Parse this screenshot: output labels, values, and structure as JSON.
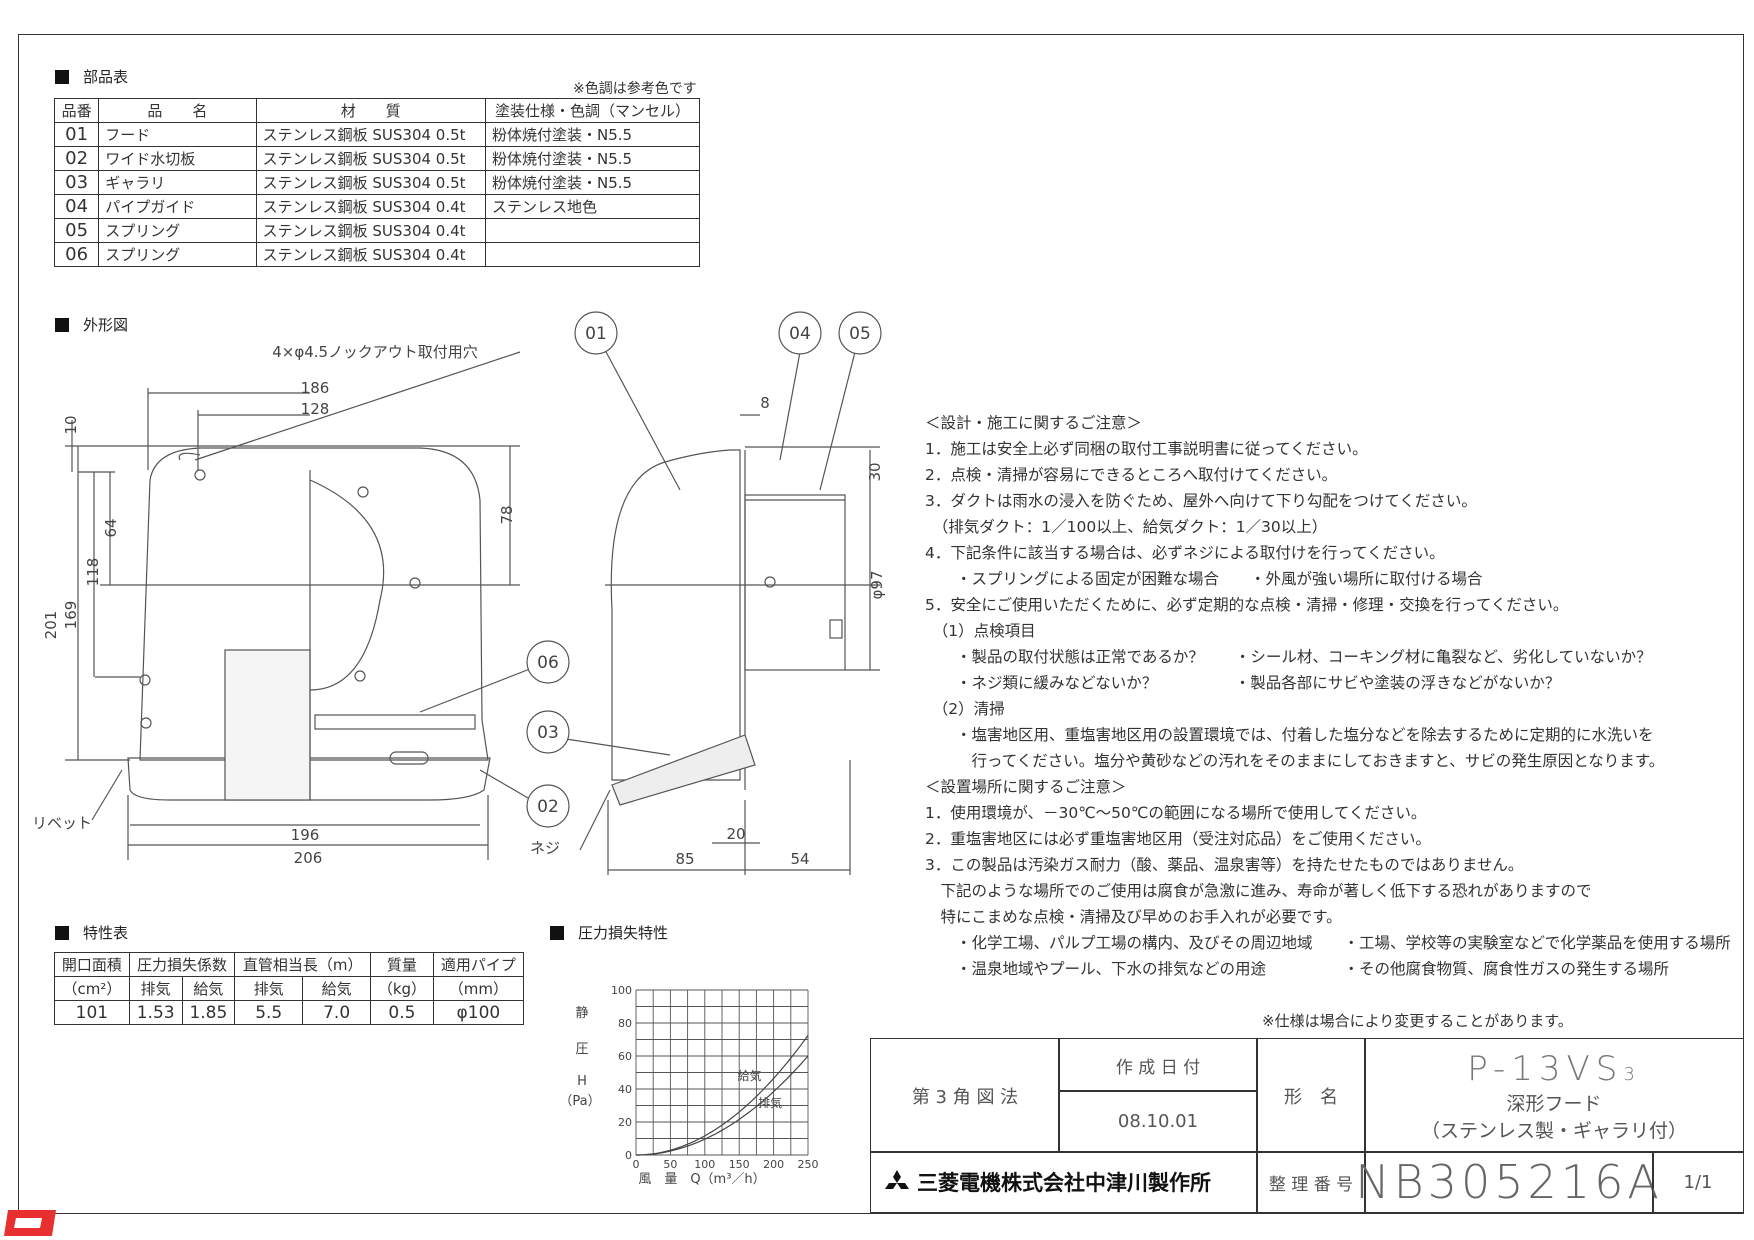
{
  "parts_section": {
    "title": "部品表",
    "color_note": "※色調は参考色です",
    "headers": [
      "品番",
      "品　　名",
      "材　　質",
      "塗装仕様・色調（マンセル）"
    ],
    "rows": [
      [
        "01",
        "フード",
        "ステンレス鋼板 SUS304 0.5t",
        "粉体焼付塗装・N5.5"
      ],
      [
        "02",
        "ワイド水切板",
        "ステンレス鋼板 SUS304 0.5t",
        "粉体焼付塗装・N5.5"
      ],
      [
        "03",
        "ギャラリ",
        "ステンレス鋼板 SUS304 0.5t",
        "粉体焼付塗装・N5.5"
      ],
      [
        "04",
        "パイプガイド",
        "ステンレス鋼板 SUS304 0.4t",
        "ステンレス地色"
      ],
      [
        "05",
        "スプリング",
        "ステンレス鋼板 SUS304 0.4t",
        ""
      ],
      [
        "06",
        "スプリング",
        "ステンレス鋼板 SUS304 0.4t",
        ""
      ]
    ]
  },
  "outline_section": {
    "title": "外形図",
    "knockout_label": "4×φ4.5ノックアウト取付用穴",
    "rivet_label": "リベット",
    "screw_label": "ネジ",
    "part_callouts": [
      "01",
      "04",
      "05",
      "06",
      "03",
      "02"
    ],
    "front_dims": {
      "top_outer": "186",
      "top_inner": "128",
      "left_small": "10",
      "h64": "64",
      "h118": "118",
      "h169": "169",
      "h201": "201",
      "right78": "78",
      "bottom_inner": "196",
      "bottom_outer": "206"
    },
    "side_dims": {
      "top8": "8",
      "right30": "30",
      "diameter": "φ97",
      "bottom20": "20",
      "bottom85": "85",
      "bottom54": "54"
    }
  },
  "spec_section": {
    "title": "特性表",
    "header_row1": [
      "開口面積",
      "圧力損失係数",
      "直管相当長（m）",
      "質量",
      "適用パイプ"
    ],
    "header_row2": [
      "（cm²）",
      "排気",
      "給気",
      "排気",
      "給気",
      "（kg）",
      "（mm）"
    ],
    "values": [
      "101",
      "1.53",
      "1.85",
      "5.5",
      "7.0",
      "0.5",
      "φ100"
    ]
  },
  "pressure_section": {
    "title": "圧力損失特性"
  },
  "chart_data": {
    "type": "line",
    "title": "",
    "xlabel": "風　量　Q（m³／h）",
    "ylabel": [
      "静",
      "圧",
      "H",
      "（Pa）"
    ],
    "xlim": [
      0,
      250
    ],
    "ylim": [
      0,
      100
    ],
    "x_ticks": [
      "0",
      "50",
      "100",
      "150",
      "200",
      "250"
    ],
    "y_ticks": [
      "0",
      "20",
      "40",
      "60",
      "80",
      "100"
    ],
    "grid": true,
    "series": [
      {
        "name": "給気",
        "x": [
          0,
          50,
          100,
          150,
          200,
          250
        ],
        "y": [
          0,
          2.9,
          11.6,
          26.1,
          46.4,
          72.5
        ]
      },
      {
        "name": "排気",
        "x": [
          0,
          50,
          100,
          150,
          200,
          250
        ],
        "y": [
          0,
          2.4,
          9.6,
          21.6,
          38.4,
          60.0
        ]
      }
    ]
  },
  "design_notes": {
    "heading": "＜設計・施工に関するご注意＞",
    "lines": [
      "1．施工は安全上必ず同梱の取付工事説明書に従ってください。",
      "2．点検・清掃が容易にできるところへ取付けてください。",
      "3．ダクトは雨水の浸入を防ぐため、屋外へ向けて下り勾配をつけてください。",
      "　（排気ダクト：1／100以上、給気ダクト：1／30以上）",
      "4．下記条件に該当する場合は、必ずネジによる取付けを行ってください。",
      "　　・スプリングによる固定が困難な場合　　・外風が強い場所に取付ける場合",
      "5．安全にご使用いただくために、必ず定期的な点検・清掃・修理・交換を行ってください。",
      "　（1）点検項目",
      "　　・製品の取付状態は正常であるか？　　・シール材、コーキング材に亀裂など、劣化していないか？",
      "　　・ネジ類に緩みなどないか？　　　　　・製品各部にサビや塗装の浮きなどがないか？",
      "　（2）清掃",
      "　　・塩害地区用、重塩害地区用の設置環境では、付着した塩分などを除去するために定期的に水洗いを",
      "　　　行ってください。塩分や黄砂などの汚れをそのままにしておきますと、サビの発生原因となります。"
    ]
  },
  "install_notes": {
    "heading": "＜設置場所に関するご注意＞",
    "lines": [
      "1．使用環境が、－30℃～50℃の範囲になる場所で使用してください。",
      "2．重塩害地区には必ず重塩害地区用（受注対応品）をご使用ください。",
      "3．この製品は汚染ガス耐力（酸、薬品、温泉害等）を持たせたものではありません。",
      "　下記のような場所でのご使用は腐食が急激に進み、寿命が著しく低下する恐れがありますので",
      "　特にこまめな点検・清掃及び早めのお手入れが必要です。",
      "　　・化学工場、パルプ工場の構内、及びその周辺地域　　・工場、学校等の実験室などで化学薬品を使用する場所",
      "　　・温泉地域やプール、下水の排気などの用途　　　　　・その他腐食物質、腐食性ガスの発生する場所"
    ],
    "footnote": "※仕様は場合により変更することがあります。"
  },
  "title_block": {
    "projection": "第 3 角 図 法",
    "date_label": "作 成 日 付",
    "date": "08.10.01",
    "model_label": "形　名",
    "model": "P-13VS",
    "model_sub": "3",
    "name_line1": "深形フード",
    "name_line2": "（ステンレス製・ギャラリ付）",
    "company": "三菱電機株式会社中津川製作所",
    "ref_label": "整 理 番 号",
    "ref": "NB305216A",
    "sheet": "1/1"
  },
  "colors": {
    "line": "#333333",
    "logo_red": "#e83030"
  }
}
